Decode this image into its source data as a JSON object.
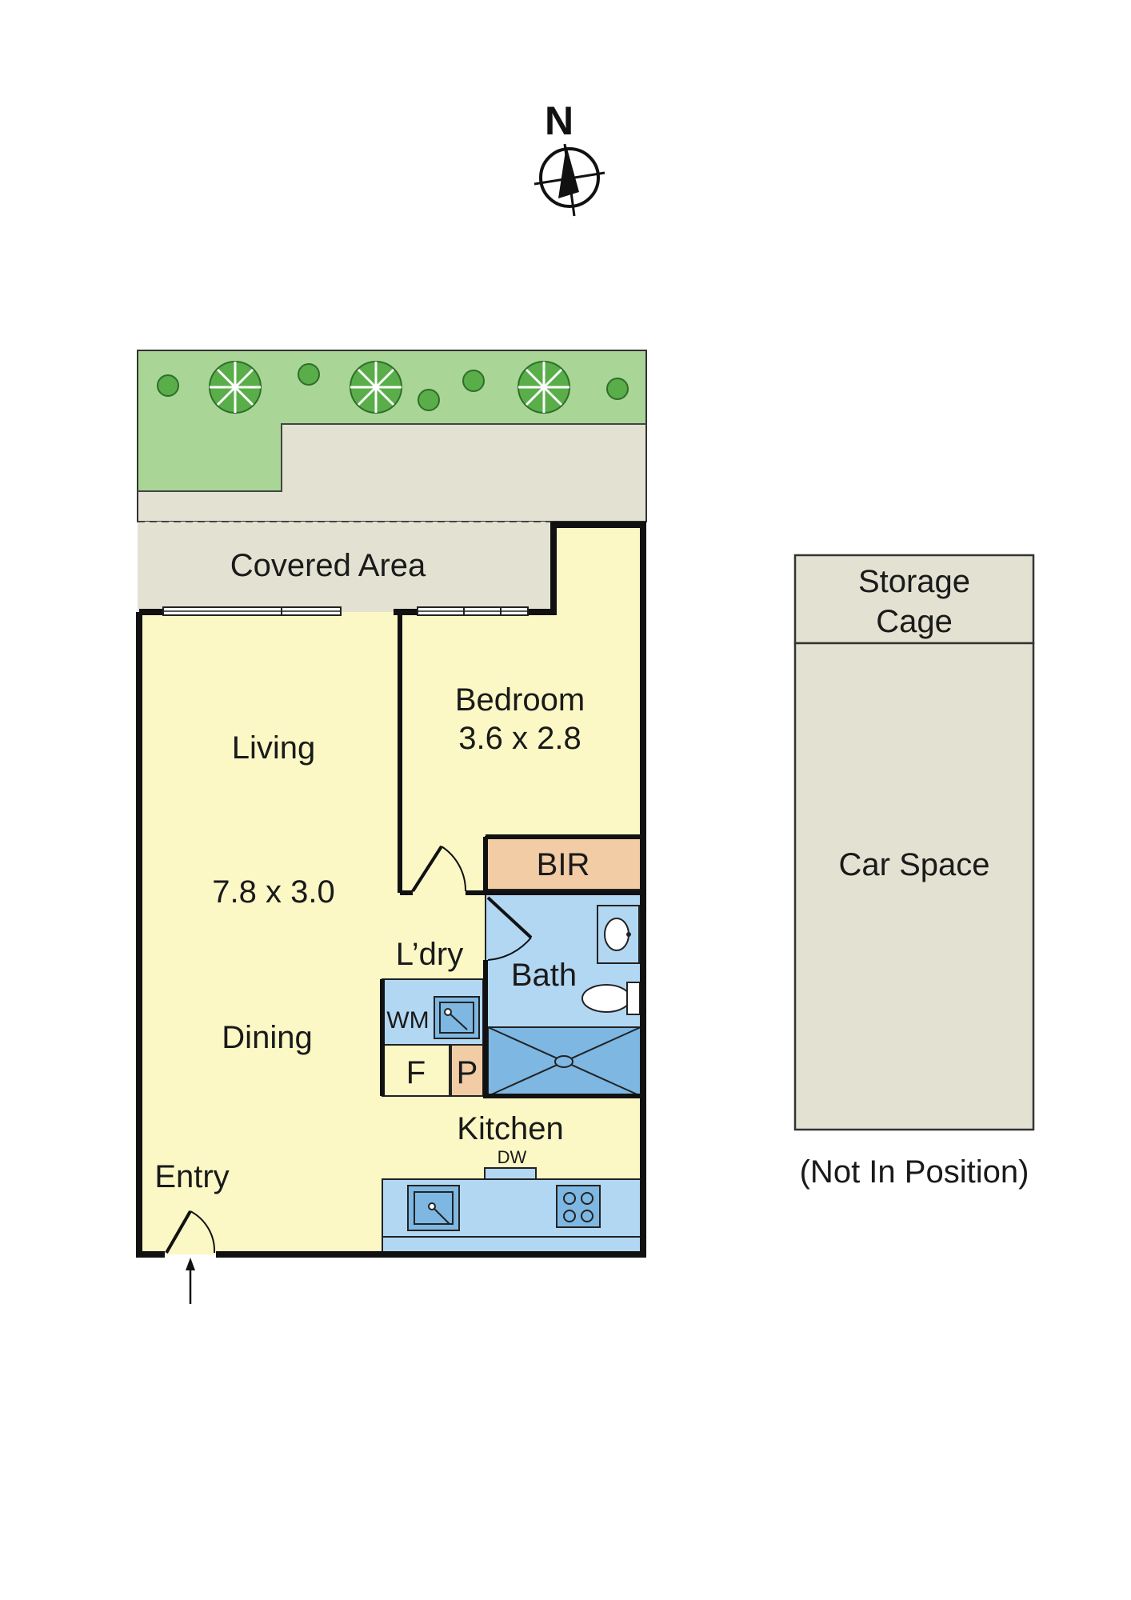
{
  "compass": {
    "label": "N",
    "icon": "north-compass-icon"
  },
  "rooms": {
    "covered_area": "Covered Area",
    "bedroom_name": "Bedroom",
    "bedroom_dims": "3.6 x 2.8",
    "living_name": "Living",
    "living_dims": "7.8 x 3.0",
    "dining_name": "Dining",
    "bir": "BIR",
    "laundry": "L’dry",
    "bath": "Bath",
    "washing_machine": "WM",
    "fridge": "F",
    "pantry": "P",
    "kitchen": "Kitchen",
    "dishwasher": "DW",
    "entry": "Entry"
  },
  "annex": {
    "storage_line1": "Storage",
    "storage_line2": "Cage",
    "car_space": "Car Space",
    "note": "(Not In Position)"
  },
  "colors": {
    "garden": "#a9d597",
    "tree": "#5aae4a",
    "paving": "#e3e2d2",
    "floor": "#fbf8c6",
    "wet_area": "#b2d7f2",
    "fixture_blue": "#7db7e2",
    "robe": "#f1cca5",
    "wall": "#111111"
  }
}
